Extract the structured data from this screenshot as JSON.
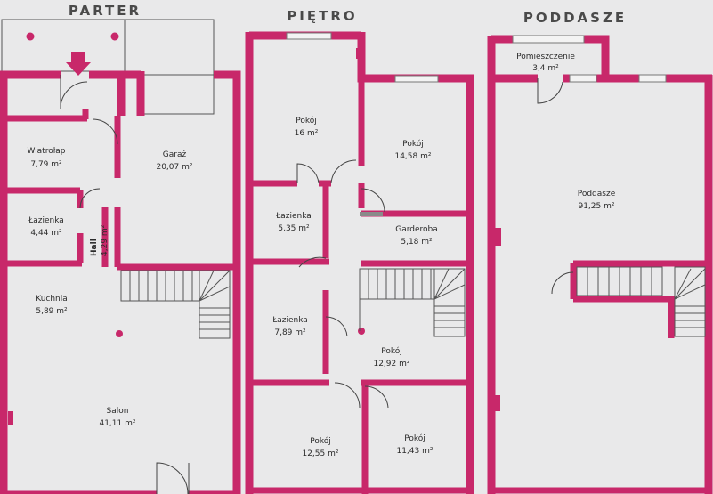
{
  "colors": {
    "wall": "#c8286a",
    "background": "#e9e9ea",
    "lines": "#555555"
  },
  "sections": [
    {
      "title": "PARTER"
    },
    {
      "title": "PIĘTRO"
    },
    {
      "title": "PODDASZE"
    }
  ],
  "rooms": {
    "parter": [
      {
        "name": "Wiatrołap",
        "area": "7,79 m²"
      },
      {
        "name": "Garaż",
        "area": "20,07 m²"
      },
      {
        "name": "Łazienka",
        "area": "4,44 m²"
      },
      {
        "name": "Hall",
        "area": "4,29 m²"
      },
      {
        "name": "Kuchnia",
        "area": "5,89 m²"
      },
      {
        "name": "Salon",
        "area": "41,11 m²"
      }
    ],
    "pietro": [
      {
        "name": "Pokój",
        "area": "16 m²"
      },
      {
        "name": "Pokój",
        "area": "14,58 m²"
      },
      {
        "name": "Łazienka",
        "area": "5,35 m²"
      },
      {
        "name": "Garderoba",
        "area": "5,18 m²"
      },
      {
        "name": "Łazienka",
        "area": "7,89 m²"
      },
      {
        "name": "Pokój",
        "area": "12,92 m²"
      },
      {
        "name": "Pokój",
        "area": "12,55 m²"
      },
      {
        "name": "Pokój",
        "area": "11,43 m²"
      }
    ],
    "poddasze": [
      {
        "name": "Pomieszczenie",
        "area": "3,4 m²"
      },
      {
        "name": "Poddasze",
        "area": "91,25 m²"
      }
    ]
  }
}
